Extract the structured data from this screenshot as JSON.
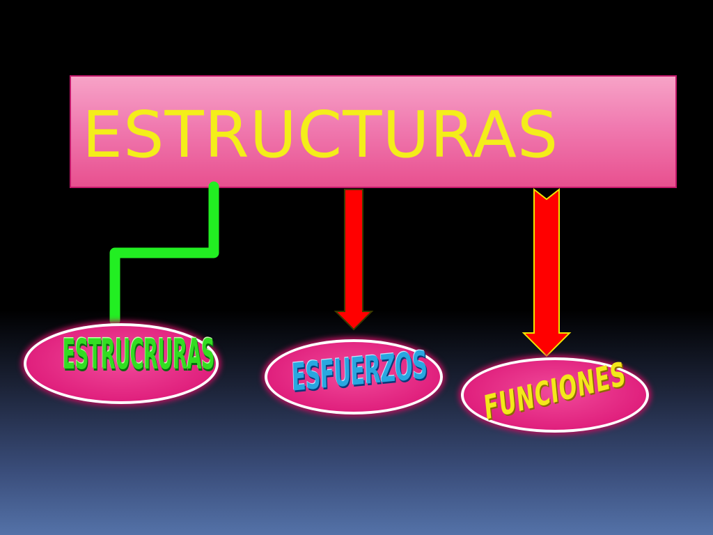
{
  "title": "ESTRUCTURAS",
  "nodes": [
    {
      "label": "ESTRUCRURAS"
    },
    {
      "label": "ESFUERZOS"
    },
    {
      "label": "FUNCIONES"
    }
  ],
  "colors": {
    "background_top": "#000000",
    "background_bottom": "#5472a8",
    "title_fill": "#f07ab0",
    "title_text": "#f4ee1a",
    "connector_green": "#22ee22",
    "arrow_red": "#ff0000",
    "oval_fill": "#e0207d"
  }
}
